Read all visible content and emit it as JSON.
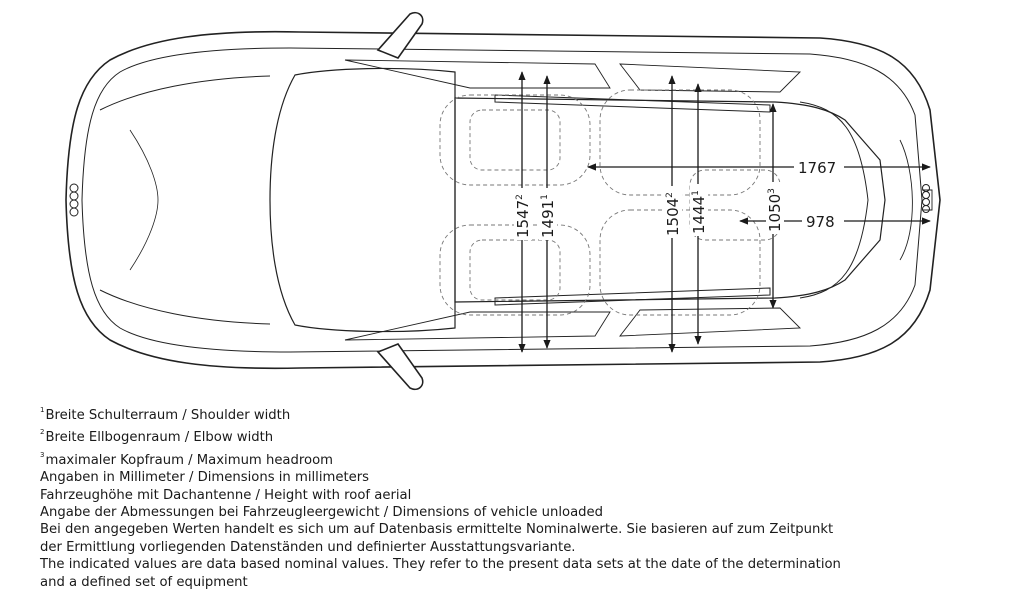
{
  "dimensions": {
    "width_1767": "1767",
    "width_978": "978",
    "shoulder_front": "1547",
    "shoulder_front_sup": "2",
    "elbow_front": "1491",
    "elbow_front_sup": "1",
    "shoulder_rear": "1504",
    "shoulder_rear_sup": "2",
    "elbow_rear": "1444",
    "elbow_rear_sup": "1",
    "headroom": "1050",
    "headroom_sup": "3"
  },
  "footnotes": [
    {
      "num": "1",
      "text": "Breite Schulterraum / Shoulder width"
    },
    {
      "num": "2",
      "text": "Breite Ellbogenraum / Elbow width"
    },
    {
      "num": "3",
      "text": "maximaler Kopfraum / Maximum headroom"
    }
  ],
  "notes": [
    "Angaben in Millimeter / Dimensions in millimeters",
    "Fahrzeughöhe mit Dachantenne / Height with roof aerial",
    "Angabe der Abmessungen bei Fahrzeugleergewicht / Dimensions of vehicle unloaded",
    "Bei den angegeben Werten handelt es sich um auf Datenbasis ermittelte Nominalwerte. Sie basieren auf zum Zeitpunkt",
    "der Ermittlung vorliegenden Datenständen und definierter Ausstattungsvariante.",
    "The indicated values are data based nominal values. They refer to the present data sets at the date of the determination",
    "and a defined set of equipment"
  ]
}
